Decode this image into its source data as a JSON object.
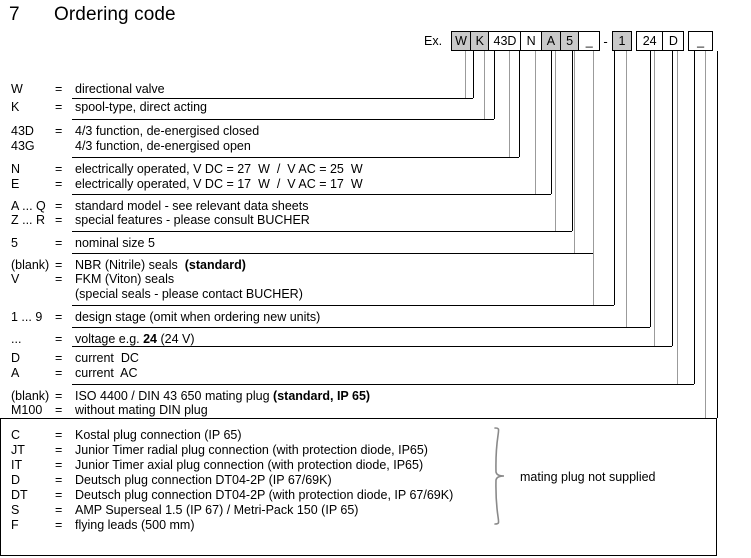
{
  "header": {
    "number": "7",
    "title": "Ordering code"
  },
  "example": {
    "label": "Ex.",
    "separator": "-",
    "boxes": [
      {
        "text": "W",
        "shaded": true,
        "width": 20
      },
      {
        "text": "K",
        "shaded": true,
        "width": 20
      },
      {
        "text": "43D",
        "shaded": false,
        "width": 33
      },
      {
        "text": "N",
        "shaded": false,
        "width": 22
      },
      {
        "text": "A",
        "shaded": true,
        "width": 20
      },
      {
        "text": "5",
        "shaded": true,
        "width": 20
      },
      {
        "text": "_",
        "shaded": false,
        "width": 22
      },
      {
        "text": "1",
        "shaded": true,
        "width": 20,
        "gap": true
      },
      {
        "text": "24",
        "shaded": false,
        "width": 28,
        "gap": true
      },
      {
        "text": "D",
        "shaded": false,
        "width": 22
      },
      {
        "text": "_",
        "shaded": false,
        "width": 25,
        "gap": true
      }
    ]
  },
  "definitions": [
    {
      "key": "W",
      "eq": "=",
      "desc": "directional valve"
    },
    {
      "key": "K",
      "eq": "=",
      "desc": "spool-type, direct acting"
    },
    {
      "key": "43D",
      "eq": "=",
      "desc": "4/3 function, de-energised closed"
    },
    {
      "key": "43G",
      "eq": "",
      "desc": "4/3 function, de-energised open"
    },
    {
      "key": "N",
      "eq": "=",
      "desc": "electrically operated, V DC = 27  W  /  V AC = 25  W"
    },
    {
      "key": "E",
      "eq": "=",
      "desc": "electrically operated, V DC = 17  W  /  V AC = 17  W"
    },
    {
      "key": "A ... Q",
      "eq": "=",
      "desc": "standard model - see relevant data sheets"
    },
    {
      "key": "Z ... R",
      "eq": "=",
      "desc": "special features - please consult BUCHER"
    },
    {
      "key": "5",
      "eq": "=",
      "desc": "nominal size 5"
    },
    {
      "key": "(blank)",
      "eq": "=",
      "desc": "NBR (Nitrile) seals  ",
      "bold_tail": "(standard)"
    },
    {
      "key": "V",
      "eq": "=",
      "desc": "FKM (Viton) seals"
    },
    {
      "key": "",
      "eq": "",
      "desc": "(special seals - please contact BUCHER)"
    },
    {
      "key": "1 ... 9",
      "eq": "=",
      "desc": "design stage (omit when ordering new units)"
    },
    {
      "key": "...",
      "eq": "=",
      "desc": "voltage e.g. ",
      "bold_mid": "24",
      "desc_tail": " (24 V)"
    },
    {
      "key": "D",
      "eq": "=",
      "desc": "current  DC"
    },
    {
      "key": "A",
      "eq": "=",
      "desc": "current  AC"
    },
    {
      "key": "(blank)",
      "eq": "=",
      "desc": "ISO 4400 / DIN 43 650 mating plug ",
      "bold_tail": "(standard, IP 65)"
    },
    {
      "key": "M100",
      "eq": "=",
      "desc": "without mating DIN plug"
    },
    {
      "key": "C",
      "eq": "=",
      "desc": "Kostal plug connection (IP 65)"
    },
    {
      "key": "JT",
      "eq": "=",
      "desc": "Junior Timer radial plug connection (with protection diode, IP65)"
    },
    {
      "key": "IT",
      "eq": "=",
      "desc": "Junior Timer axial plug connection (with protection diode, IP65)"
    },
    {
      "key": "D",
      "eq": "=",
      "desc": "Deutsch plug connection DT04-2P (IP 67/69K)"
    },
    {
      "key": "DT",
      "eq": "=",
      "desc": "Deutsch plug connection DT04-2P (with protection diode, IP 67/69K)"
    },
    {
      "key": "S",
      "eq": "=",
      "desc": "AMP Superseal 1.5 (IP 67) / Metri-Pack 150 (IP 65)"
    },
    {
      "key": "F",
      "eq": "=",
      "desc": "flying leads (500 mm)"
    }
  ],
  "annotation": {
    "brace_label": "mating plug not supplied"
  },
  "colors": {
    "shaded_box": "#c9c9c9",
    "line": "#000000",
    "leader_grey": "#9b9b9b"
  }
}
